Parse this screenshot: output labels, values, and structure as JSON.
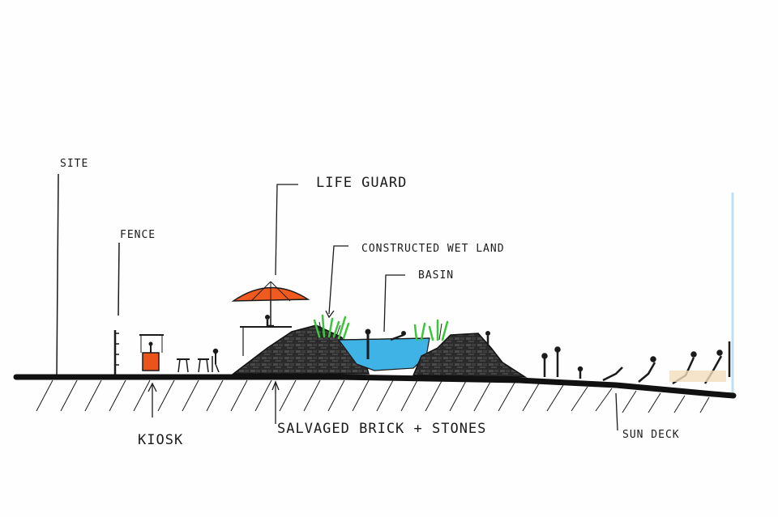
{
  "labels": {
    "site": "SITE",
    "fence": "FENCE",
    "life_guard": "LIFE GUARD",
    "constructed_wetland": "CONSTRUCTED WET LAND",
    "basin": "BASIN",
    "kiosk": "KIOSK",
    "salvaged": "SALVAGED BRICK + STONES",
    "sun_deck": "SUN DECK"
  },
  "colors": {
    "ink": "#1a1a1a",
    "umbrella": "#f05a1e",
    "kiosk": "#e8541a",
    "water": "#3fb3e6",
    "reeds": "#3cc43a",
    "sand": "#f2ddbd",
    "edge": "#cfe7f5"
  }
}
